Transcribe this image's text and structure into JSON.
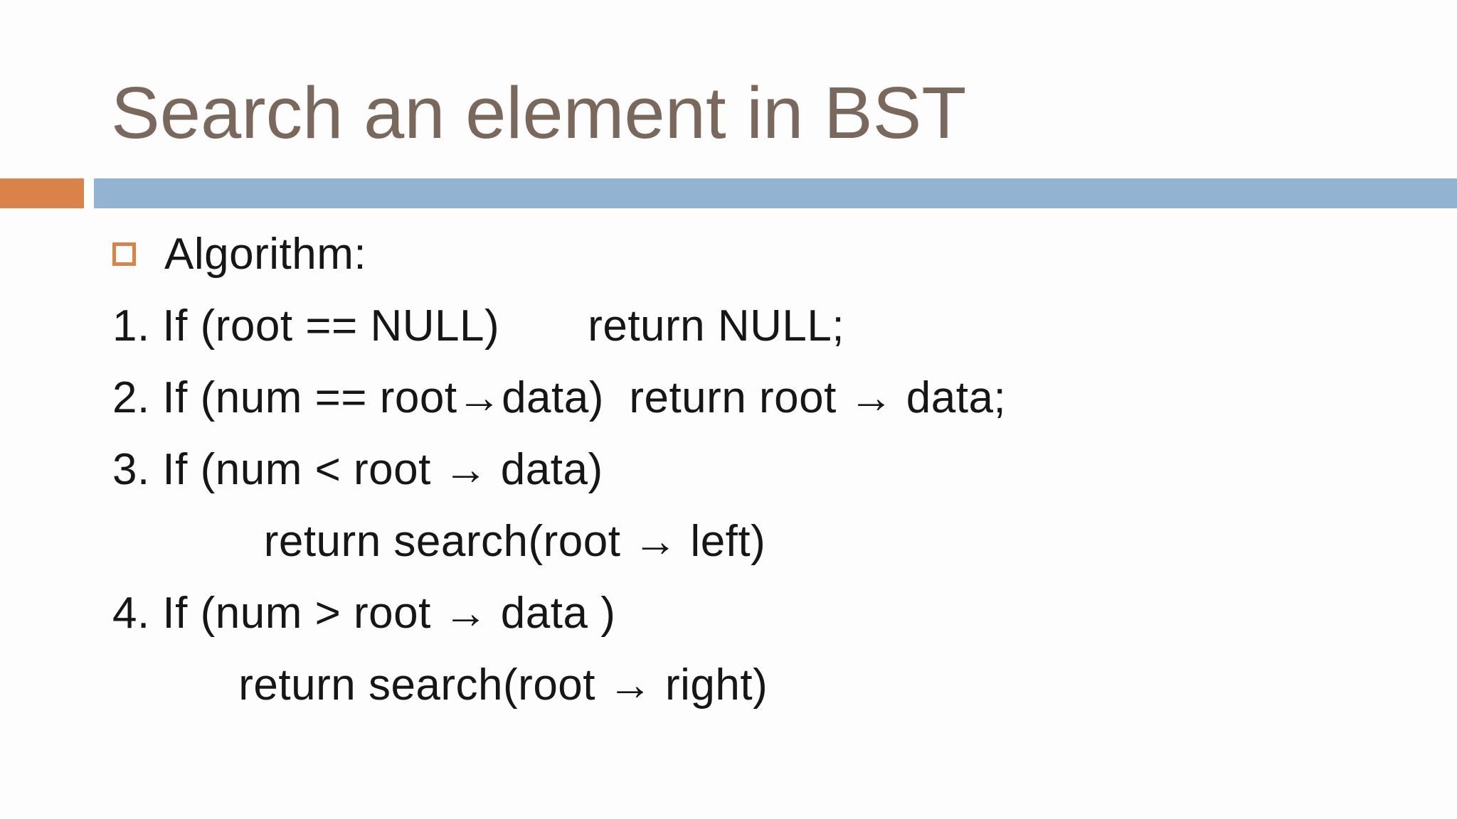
{
  "slide": {
    "title": "Search an element in BST",
    "bullet_label": "Algorithm:",
    "lines": [
      {
        "text": "1. If (root == NULL)       return NULL;"
      },
      {
        "text": "2. If (num == root→data)  return root → data;"
      },
      {
        "text": "3. If (num < root → data)"
      },
      {
        "text": "            return search(root → left)"
      },
      {
        "text": "4. If (num > root → data )"
      },
      {
        "text": "          return search(root → right)"
      }
    ]
  },
  "decor": {
    "orange_accent": "#d9824a",
    "blue_accent": "#92b4d2",
    "title_color": "#7a685c",
    "body_text_color": "#161616",
    "background": "#fdfdfd"
  }
}
